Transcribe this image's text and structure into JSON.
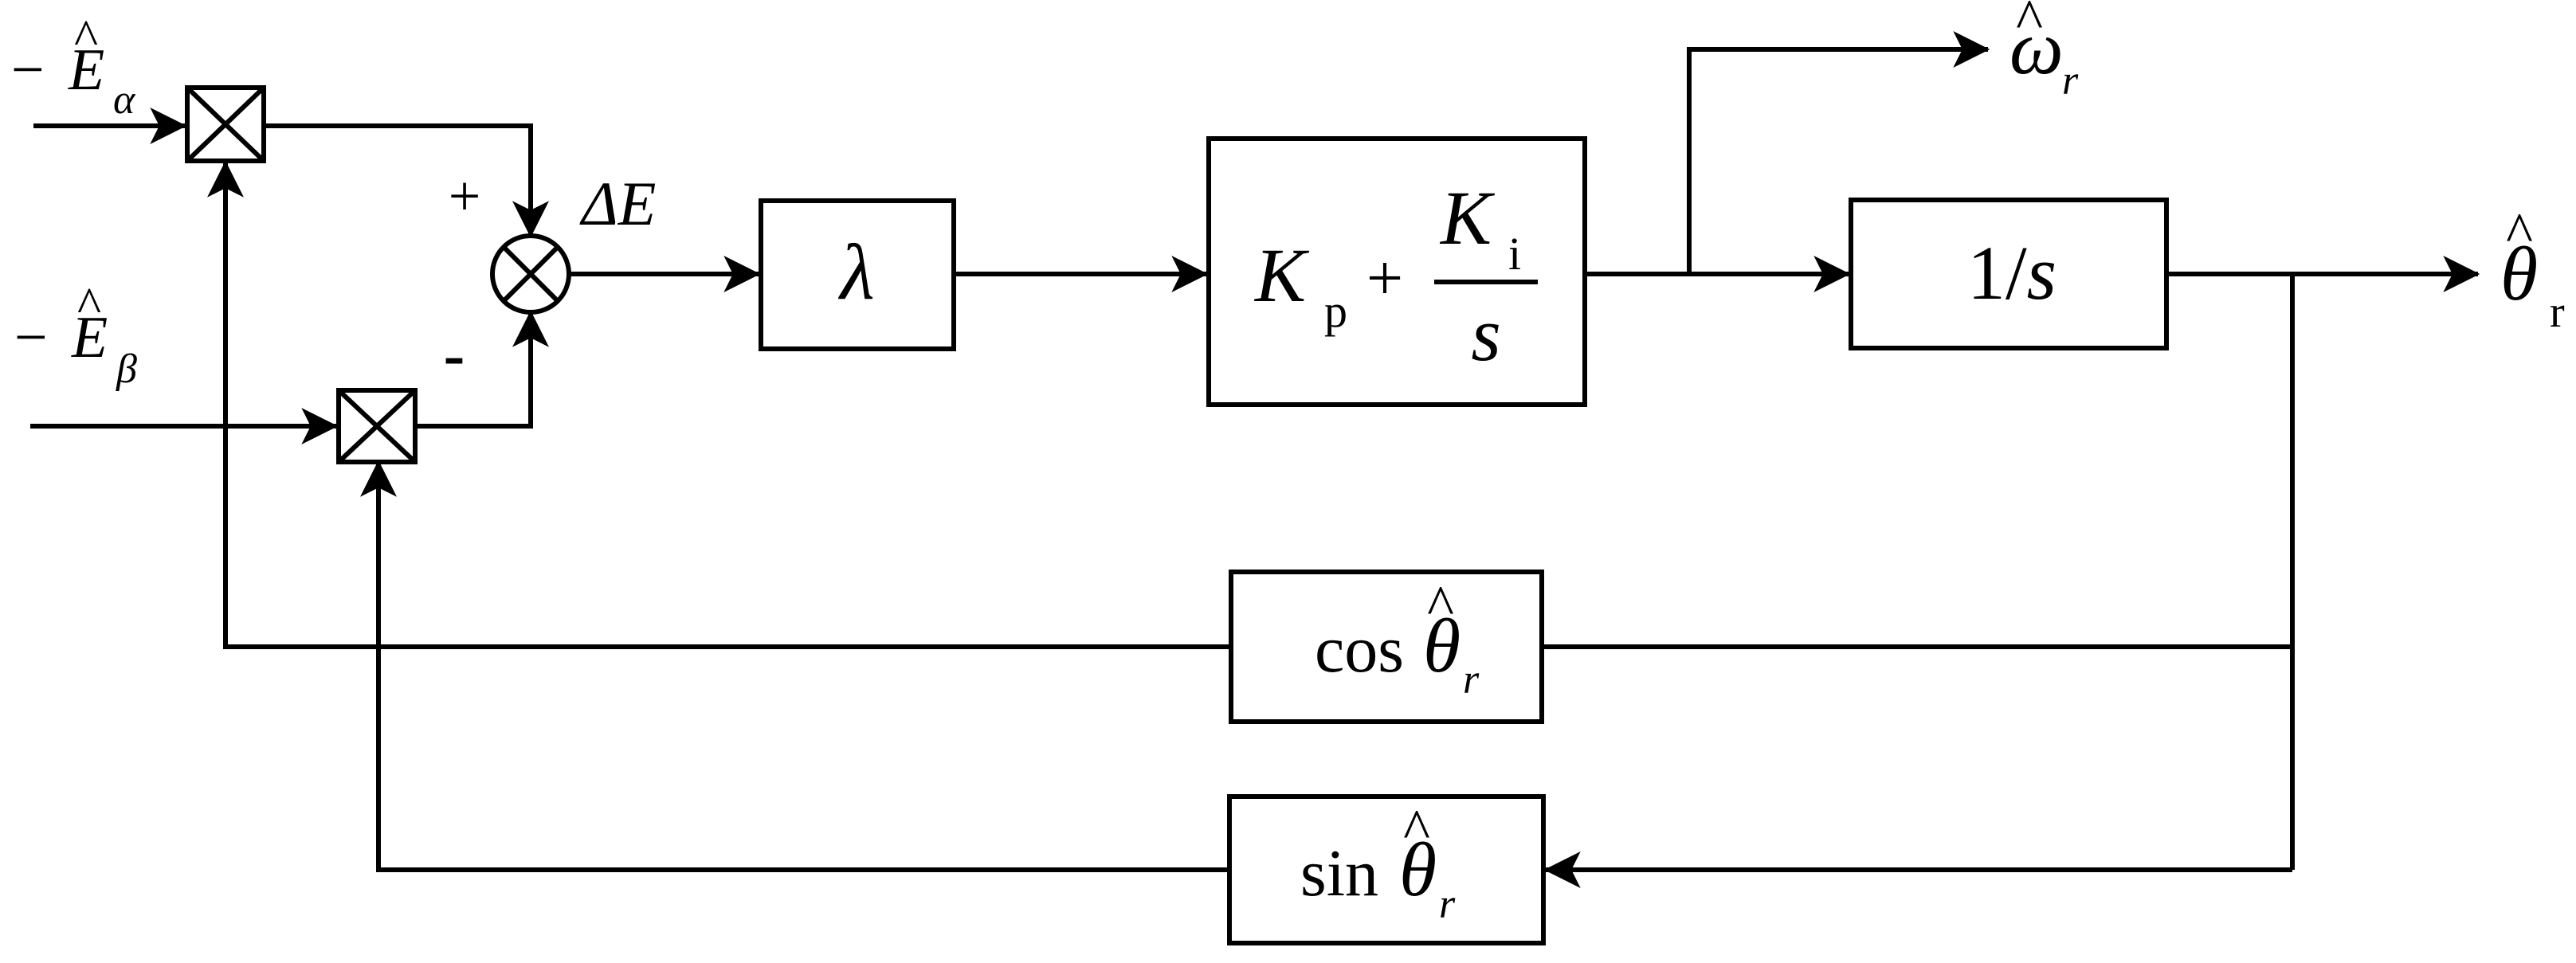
{
  "inputs": {
    "e_alpha": {
      "sign": "−",
      "base": "E",
      "hat": "^",
      "sub": "α"
    },
    "e_beta": {
      "sign": "−",
      "base": "E",
      "hat": "^",
      "sub": "β"
    }
  },
  "summing_junction": {
    "plus_sign": "+",
    "minus_sign": "-",
    "output_label": "ΔE"
  },
  "blocks": {
    "gain": {
      "label": "λ"
    },
    "pi": {
      "kp": "K",
      "kp_sub": "p",
      "plus": "+",
      "ki": "K",
      "ki_sub": "i",
      "den": "s"
    },
    "integrator": {
      "num": "1/",
      "var": "s"
    },
    "cos_block": {
      "func": "cos",
      "var": "θ",
      "hat": "^",
      "sub": "r"
    },
    "sin_block": {
      "func": "sin",
      "var": "θ",
      "hat": "^",
      "sub": "r"
    }
  },
  "outputs": {
    "omega": {
      "base": "ω",
      "hat": "^",
      "sub": "r"
    },
    "theta": {
      "base": "θ",
      "hat": "^",
      "sub": "r"
    }
  }
}
